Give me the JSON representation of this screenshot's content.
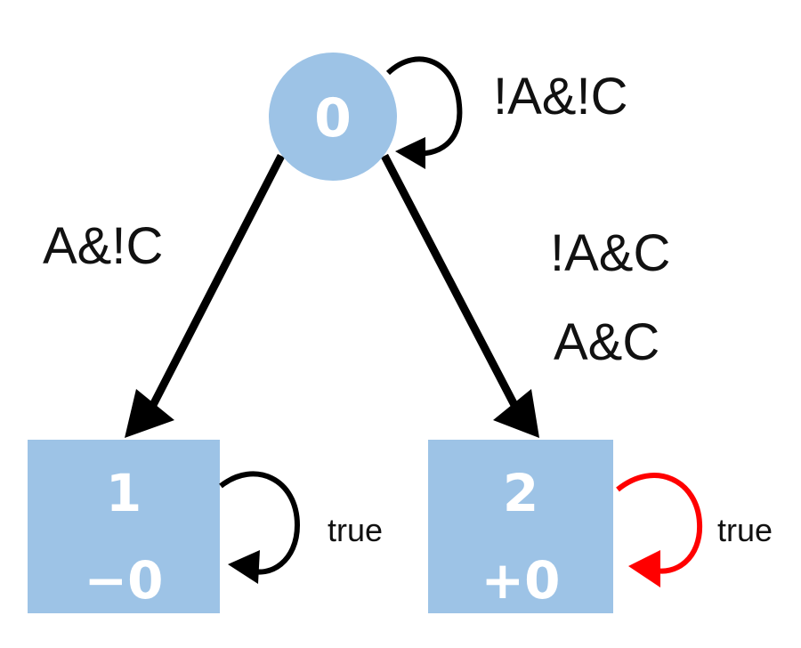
{
  "diagram": {
    "states": [
      {
        "id": "0",
        "label": "0",
        "shape": "circle"
      },
      {
        "id": "1",
        "label": "1",
        "sublabel": "−0",
        "shape": "square"
      },
      {
        "id": "2",
        "label": "2",
        "sublabel": "+0",
        "shape": "square"
      }
    ],
    "edges": [
      {
        "from": "0",
        "to": "0",
        "labels": [
          "!A&!C"
        ],
        "color": "#000000"
      },
      {
        "from": "0",
        "to": "1",
        "labels": [
          "A&!C"
        ],
        "color": "#000000"
      },
      {
        "from": "0",
        "to": "2",
        "labels": [
          "!A&C",
          "A&C"
        ],
        "color": "#000000"
      },
      {
        "from": "1",
        "to": "1",
        "labels": [
          "true"
        ],
        "color": "#000000"
      },
      {
        "from": "2",
        "to": "2",
        "labels": [
          "true"
        ],
        "color": "#ff0000"
      }
    ],
    "colors": {
      "node_fill": "#9dc3e6",
      "edge_default": "#000000",
      "edge_highlight": "#ff0000"
    }
  }
}
